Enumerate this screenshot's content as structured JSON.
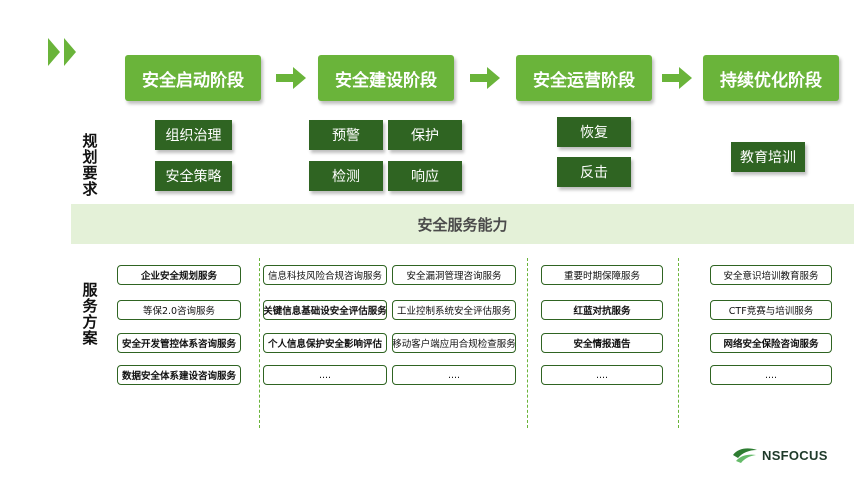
{
  "stages": [
    "安全启动阶段",
    "安全建设阶段",
    "安全运营阶段",
    "持续优化阶段"
  ],
  "row_labels": {
    "planning": "规划要求",
    "services": "服务方案"
  },
  "requirements": {
    "startup": [
      "组织治理",
      "安全策略"
    ],
    "build": [
      "预警",
      "保护",
      "检测",
      "响应"
    ],
    "operate": [
      "恢复",
      "反击"
    ],
    "optimize": [
      "教育培训"
    ]
  },
  "band_label": "安全服务能力",
  "services": {
    "col1": [
      "企业安全规划服务",
      "等保2.0咨询服务",
      "安全开发管控体系咨询服务",
      "数据安全体系建设咨询服务"
    ],
    "col2": [
      "信息科技风险合规咨询服务",
      "关键信息基础设安全评估服务",
      "个人信息保护安全影响评估",
      "...."
    ],
    "col3": [
      "安全漏洞管理咨询服务",
      "工业控制系统安全评估服务",
      "移动客户端应用合规检查服务",
      "...."
    ],
    "col4": [
      "重要时期保障服务",
      "红蓝对抗服务",
      "安全情报通告",
      "...."
    ],
    "col5": [
      "安全意识培训教育服务",
      "CTF竞赛与培训服务",
      "网络安全保险咨询服务",
      "...."
    ]
  },
  "brand": "NSFOCUS",
  "colors": {
    "stage_green": "#6ab43a",
    "dark_green": "#2f6422",
    "band_bg": "#e4f1d8"
  }
}
